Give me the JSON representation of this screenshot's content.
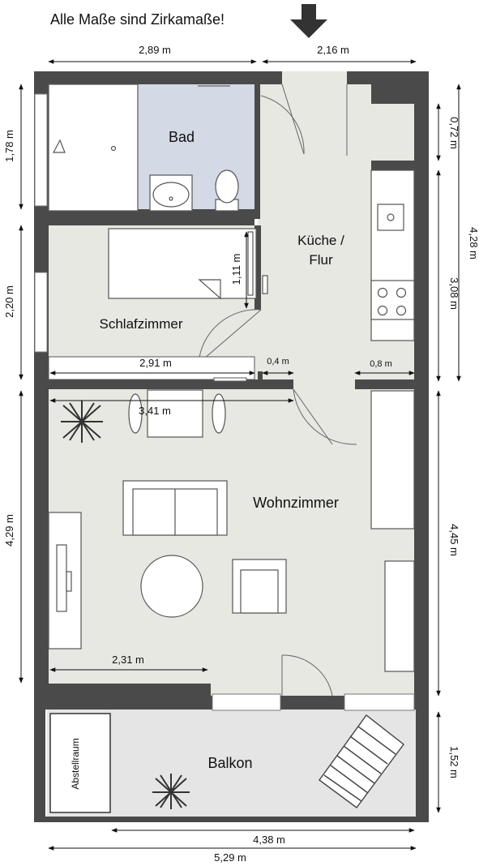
{
  "note": "Alle Maße sind Zirkamaße!",
  "rooms": {
    "bad": "Bad",
    "kueche_line1": "Küche /",
    "kueche_line2": "Flur",
    "schlafzimmer": "Schlafzimmer",
    "wohnzimmer": "Wohnzimmer",
    "balkon": "Balkon",
    "abstellraum": "Abstellraum"
  },
  "dimensions": {
    "top_left_width": "2,89 m",
    "top_right_width": "2,16 m",
    "bad_height": "1,78 m",
    "niche_height": "0,72 m",
    "total_right_height": "4,28 m",
    "kitchen_height": "3,08 m",
    "bed_length": "1,11 m",
    "schlaf_height": "2,20 m",
    "schlaf_width": "2,91 m",
    "door_gap_1": "0,4 m",
    "door_gap_2": "0,8 m",
    "wohn_width": "3,41 m",
    "wohn_left_height": "4,29 m",
    "wohn_right_height": "4,45 m",
    "wohn_lower_width": "2,31 m",
    "balkon_height": "1,52 m",
    "inner_total_width": "4,38 m",
    "outer_total_width": "5,29 m"
  },
  "colors": {
    "wall": "#4a4a4a",
    "floor": "#e6e8e1",
    "bad_floor": "#d4d9e6",
    "balkon_floor": "#e5e5e5"
  }
}
